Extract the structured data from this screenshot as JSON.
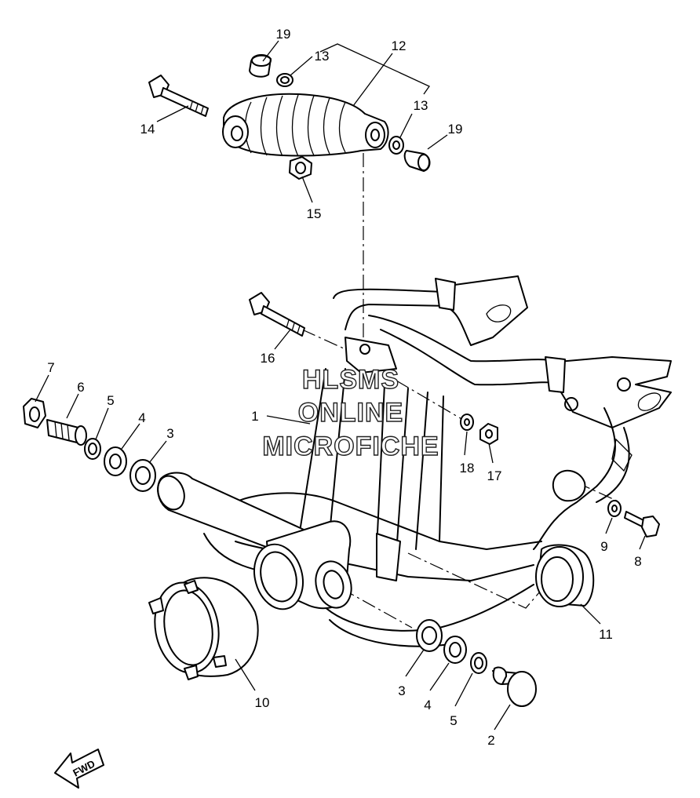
{
  "callouts": {
    "c1": "1",
    "c2": "2",
    "c3a": "3",
    "c3b": "3",
    "c4a": "4",
    "c4b": "4",
    "c5a": "5",
    "c5b": "5",
    "c6": "6",
    "c7": "7",
    "c8": "8",
    "c9": "9",
    "c10": "10",
    "c11": "11",
    "c12": "12",
    "c13a": "13",
    "c13b": "13",
    "c14": "14",
    "c15": "15",
    "c16": "16",
    "c17": "17",
    "c18": "18",
    "c19a": "19",
    "c19b": "19"
  },
  "watermark": {
    "line1": "HLSMS",
    "line2": "ONLINE",
    "line3": "MICROFICHE"
  },
  "fwd_label": "FWD"
}
